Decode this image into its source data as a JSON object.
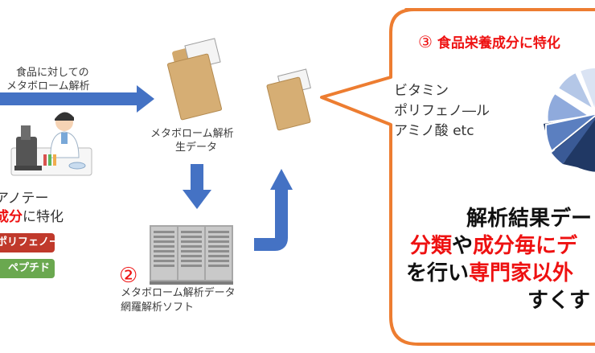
{
  "left": {
    "input_label_1": "食品に対しての",
    "input_label_2": "メタボローム解析",
    "anno_text": "アノテー",
    "focus_prefix": "成分",
    "focus_suffix": "に特化",
    "tag_polyphenol": "ポリフェノール",
    "tag_peptide": "ペプチド"
  },
  "center": {
    "raw_data_label_1": "メタボローム解析",
    "raw_data_label_2": "生データ",
    "step2_number": "②",
    "software_label_1": "メタボローム解析データ",
    "software_label_2": "網羅解析ソフト"
  },
  "bubble": {
    "step3_number": "③",
    "step3_title_red": "食品栄養成分",
    "step3_title_rest": "に特化",
    "list": [
      "ビタミン",
      "ポリフェノ―ル",
      "アミノ酸 etc"
    ],
    "msg_line1": "解析結果デー",
    "msg_line2_a": "分類",
    "msg_line2_b": "や",
    "msg_line2_c": "成分毎",
    "msg_line2_d": "にデ",
    "msg_line3_a": "を行い",
    "msg_line3_b": "専門家以外",
    "msg_line4": "すくす"
  },
  "colors": {
    "arrow_blue": "#4472c4",
    "orange": "#ed7d31",
    "red": "#ee1111",
    "tag_red": "#c0392b",
    "tag_green": "#6aa84f",
    "envelope": "#d6ae74"
  }
}
